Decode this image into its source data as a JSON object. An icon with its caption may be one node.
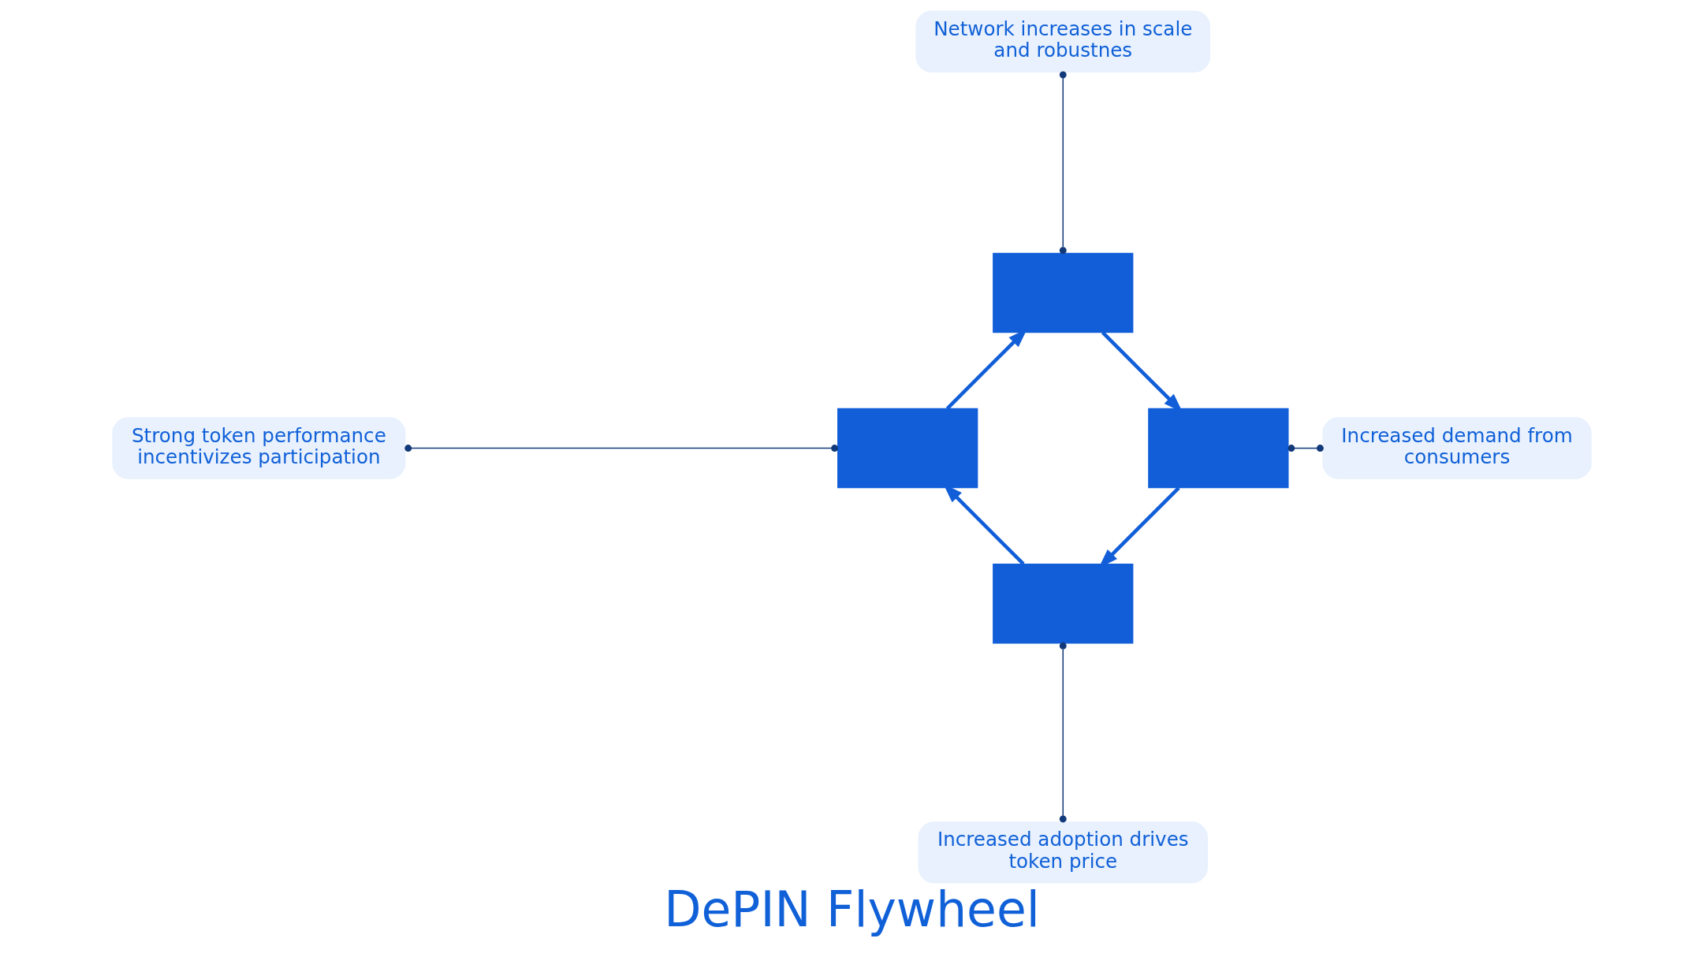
{
  "diagram": {
    "title": "DePIN Flywheel",
    "nodes": [
      {
        "text": [
          "Strong token performance incentivizes participation"
        ]
      },
      {
        "text": [
          "Network increases in scale and robustnes"
        ]
      },
      {
        "text": [
          "Increased adoption drives token price"
        ]
      },
      {
        "text": [
          "Increased demand from consumers"
        ]
      },
      {
        "text": [],
        "shape": "box"
      },
      {
        "text": [],
        "shape": "box"
      },
      {
        "text": [],
        "shape": "box"
      },
      {
        "text": [],
        "shape": "box"
      }
    ],
    "edges": [
      {
        "from": 4,
        "to": 5,
        "arrow": "to"
      },
      {
        "from": 5,
        "to": 7,
        "arrow": "to"
      },
      {
        "from": 7,
        "to": 6,
        "arrow": "to"
      },
      {
        "from": 6,
        "to": 4,
        "arrow": "to"
      },
      {
        "from": 0,
        "to": 4,
        "arrow": "other",
        "color": "#123a7a"
      },
      {
        "from": 1,
        "to": 5,
        "arrow": "other",
        "color": "#123a7a"
      },
      {
        "from": 2,
        "to": 6,
        "arrow": "other",
        "color": "#123a7a"
      },
      {
        "from": 3,
        "to": 7,
        "arrow": "other",
        "color": "#123a7a"
      }
    ]
  }
}
